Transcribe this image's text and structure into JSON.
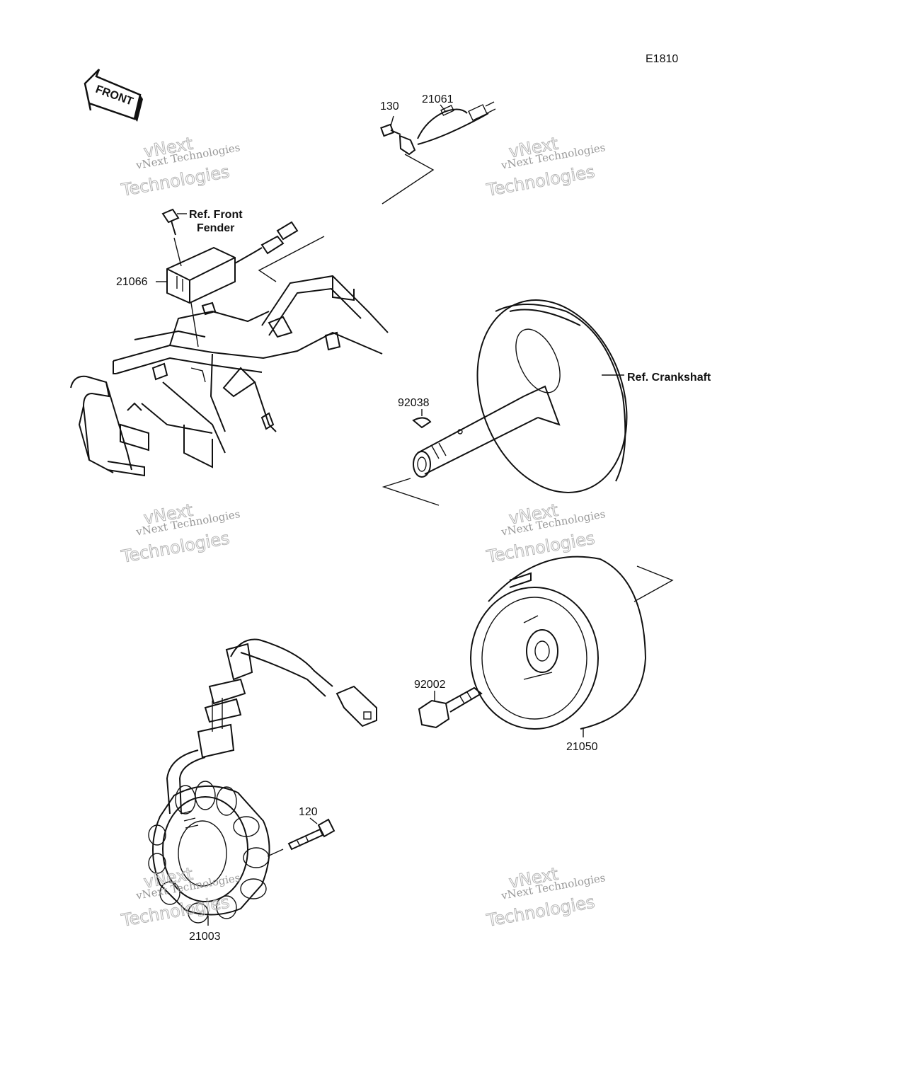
{
  "diagram_code": "E1810",
  "front_label": "FRONT",
  "parts": {
    "p130": "130",
    "p21061": "21061",
    "p21066": "21066",
    "ref_front_fender_1": "Ref. Front",
    "ref_front_fender_2": "Fender",
    "ref_crankshaft": "Ref. Crankshaft",
    "p92038": "92038",
    "p92002": "92002",
    "p21050": "21050",
    "p120": "120",
    "p21003": "21003"
  },
  "watermark": {
    "line1": "vNext Technologies",
    "line2": "vNext",
    "line3": "Technologies"
  }
}
